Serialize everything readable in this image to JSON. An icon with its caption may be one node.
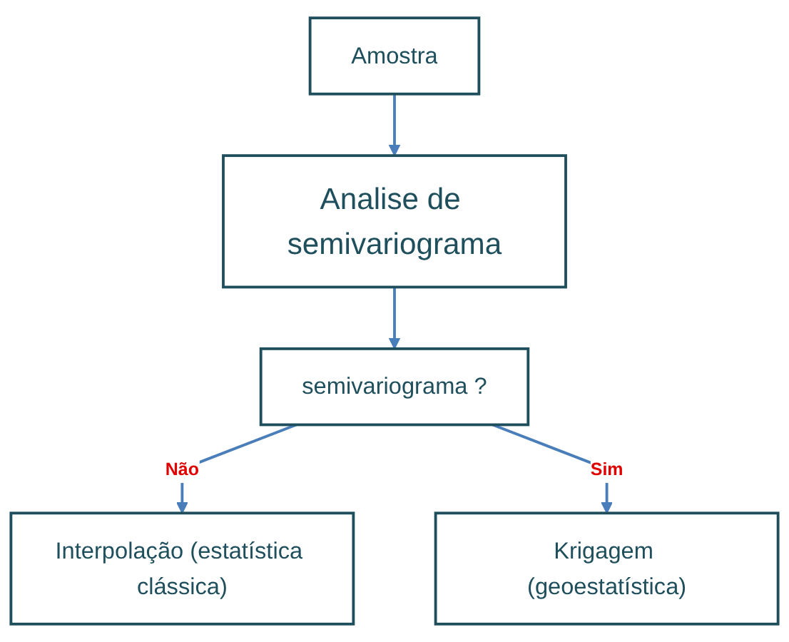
{
  "diagram": {
    "nodes": [
      {
        "text": [
          "Amostra"
        ]
      },
      {
        "text": [
          "Analise de semivariograma"
        ]
      },
      {
        "text": [
          "semivariograma ?"
        ]
      },
      {
        "text": [
          "Interpolação (estatística clássica)"
        ]
      },
      {
        "text": [
          "Krigagem (geoestatística)"
        ]
      }
    ],
    "edges": [
      {
        "from": 0,
        "to": 1,
        "arrow": "to"
      },
      {
        "from": 1,
        "to": 2,
        "arrow": "to"
      },
      {
        "from": 2,
        "to": 3,
        "arrow": "to",
        "label": "Não"
      },
      {
        "from": 2,
        "to": 4,
        "arrow": "to",
        "label": "Sim"
      }
    ]
  }
}
